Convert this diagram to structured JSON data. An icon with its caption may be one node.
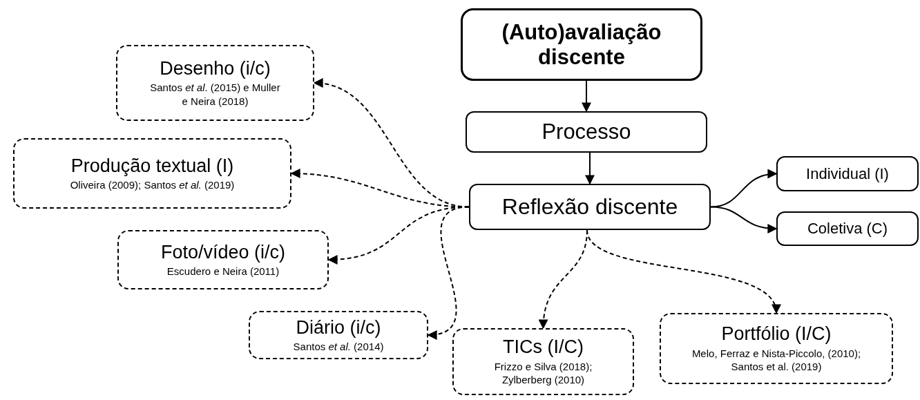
{
  "diagram": {
    "nodes": [
      {
        "text": [
          "(Auto)avaliação discente"
        ]
      },
      {
        "text": [
          "Processo"
        ]
      },
      {
        "text": [
          "Reflexão discente"
        ]
      },
      {
        "text": [
          "Individual (I)"
        ]
      },
      {
        "text": [
          "Coletiva (C)"
        ]
      },
      {
        "text": [
          "Desenho (i/c)",
          "Santos *et al*. (2015) e Muller e Neira (2018)"
        ]
      },
      {
        "text": [
          "Produção textual (I)",
          "Oliveira (2009); Santos *et al.* (2019)"
        ]
      },
      {
        "text": [
          "Foto/vídeo (i/c)",
          "Escudero e Neira (2011)"
        ]
      },
      {
        "text": [
          "Diário (i/c)",
          "Santos *et al.* (2014)"
        ]
      },
      {
        "text": [
          "TICs (I/C)",
          "Frizzo e Silva (2018); Zylberberg (2010)"
        ]
      },
      {
        "text": [
          "Portfólio (I/C)",
          "Melo, Ferraz e Nista-Piccolo, (2010); Santos et al. (2019)"
        ]
      }
    ],
    "edges": [
      {
        "from": 0,
        "to": 1,
        "arrow": "to"
      },
      {
        "from": 1,
        "to": 2,
        "arrow": "to"
      },
      {
        "from": 2,
        "to": 3,
        "arrow": "to"
      },
      {
        "from": 2,
        "to": 4,
        "arrow": "to"
      },
      {
        "from": 2,
        "to": 5,
        "arrow": "to",
        "style": "dashed"
      },
      {
        "from": 2,
        "to": 6,
        "arrow": "to",
        "style": "dashed"
      },
      {
        "from": 2,
        "to": 7,
        "arrow": "to",
        "style": "dashed"
      },
      {
        "from": 2,
        "to": 8,
        "arrow": "to",
        "style": "dashed"
      },
      {
        "from": 2,
        "to": 9,
        "arrow": "to",
        "style": "dashed"
      },
      {
        "from": 2,
        "to": 10,
        "arrow": "to",
        "style": "dashed"
      }
    ]
  }
}
